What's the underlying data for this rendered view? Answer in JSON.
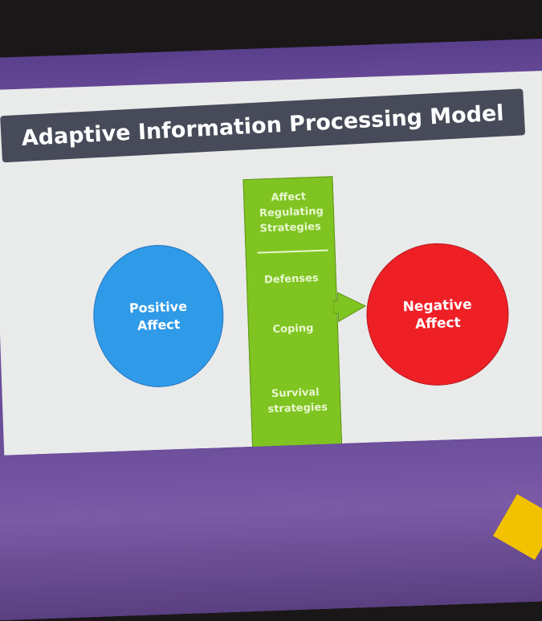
{
  "slide": {
    "title": "Adaptive Information Processing Model",
    "positive_affect": "Positive Affect",
    "negative_affect": "Negative Affect",
    "bar": {
      "heading": "Affect Regulating Strategies",
      "items": [
        "Defenses",
        "Coping",
        "Survival strategies"
      ]
    },
    "colors": {
      "positive": "#2f9ae8",
      "negative": "#ee2026",
      "bar": "#7fc421",
      "title_bg": "#474a58"
    }
  }
}
